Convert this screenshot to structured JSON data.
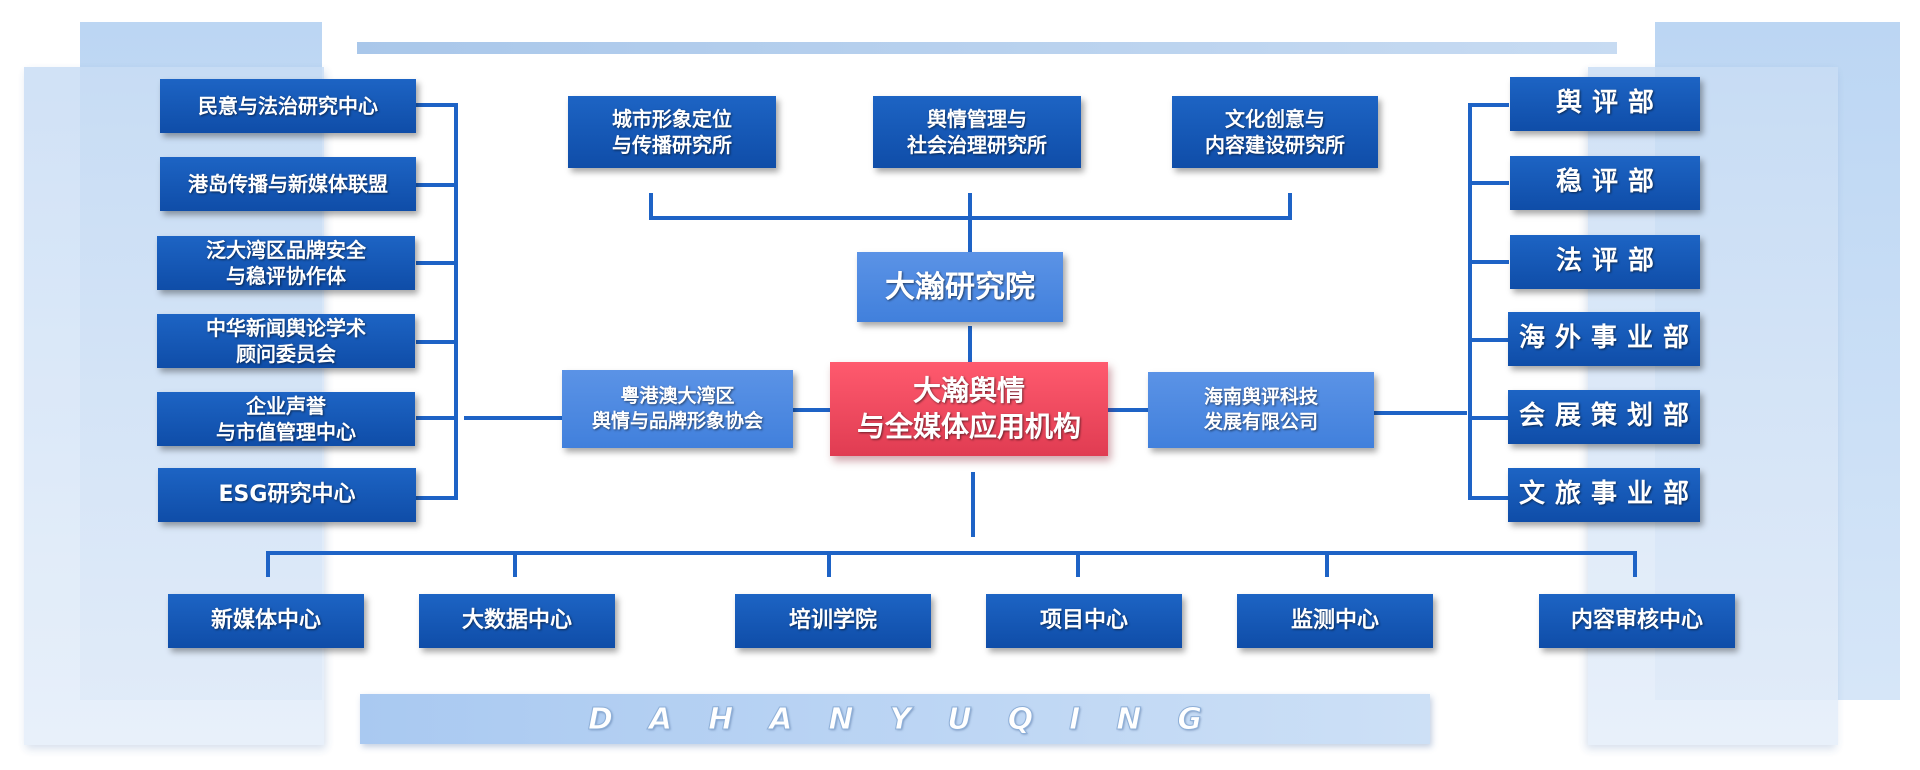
{
  "center": {
    "main": "大瀚舆情\n与全媒体应用机构",
    "institute": "大瀚研究院",
    "left_assoc": "粤港澳大湾区\n舆情与品牌形象协会",
    "right_company": "海南舆评科技\n发展有限公司"
  },
  "research_institutes": [
    "城市形象定位\n与传播研究所",
    "舆情管理与\n社会治理研究所",
    "文化创意与\n内容建设研究所"
  ],
  "left_units": [
    "民意与法治研究中心",
    "港岛传播与新媒体联盟",
    "泛大湾区品牌安全\n与稳评协作体",
    "中华新闻舆论学术\n顾问委员会",
    "企业声誉\n与市值管理中心",
    "ESG研究中心"
  ],
  "right_departments": [
    "舆评部",
    "稳评部",
    "法评部",
    "海外事业部",
    "会展策划部",
    "文旅事业部"
  ],
  "bottom_centers": [
    "新媒体中心",
    "大数据中心",
    "培训学院",
    "项目中心",
    "监测中心",
    "内容审核中心"
  ],
  "banner": "DAHANYUQING",
  "colors": {
    "dark_box": "#1257b8",
    "light_box": "#4c88e0",
    "main_box": "#e84a5f",
    "connector": "#1e63c6"
  }
}
